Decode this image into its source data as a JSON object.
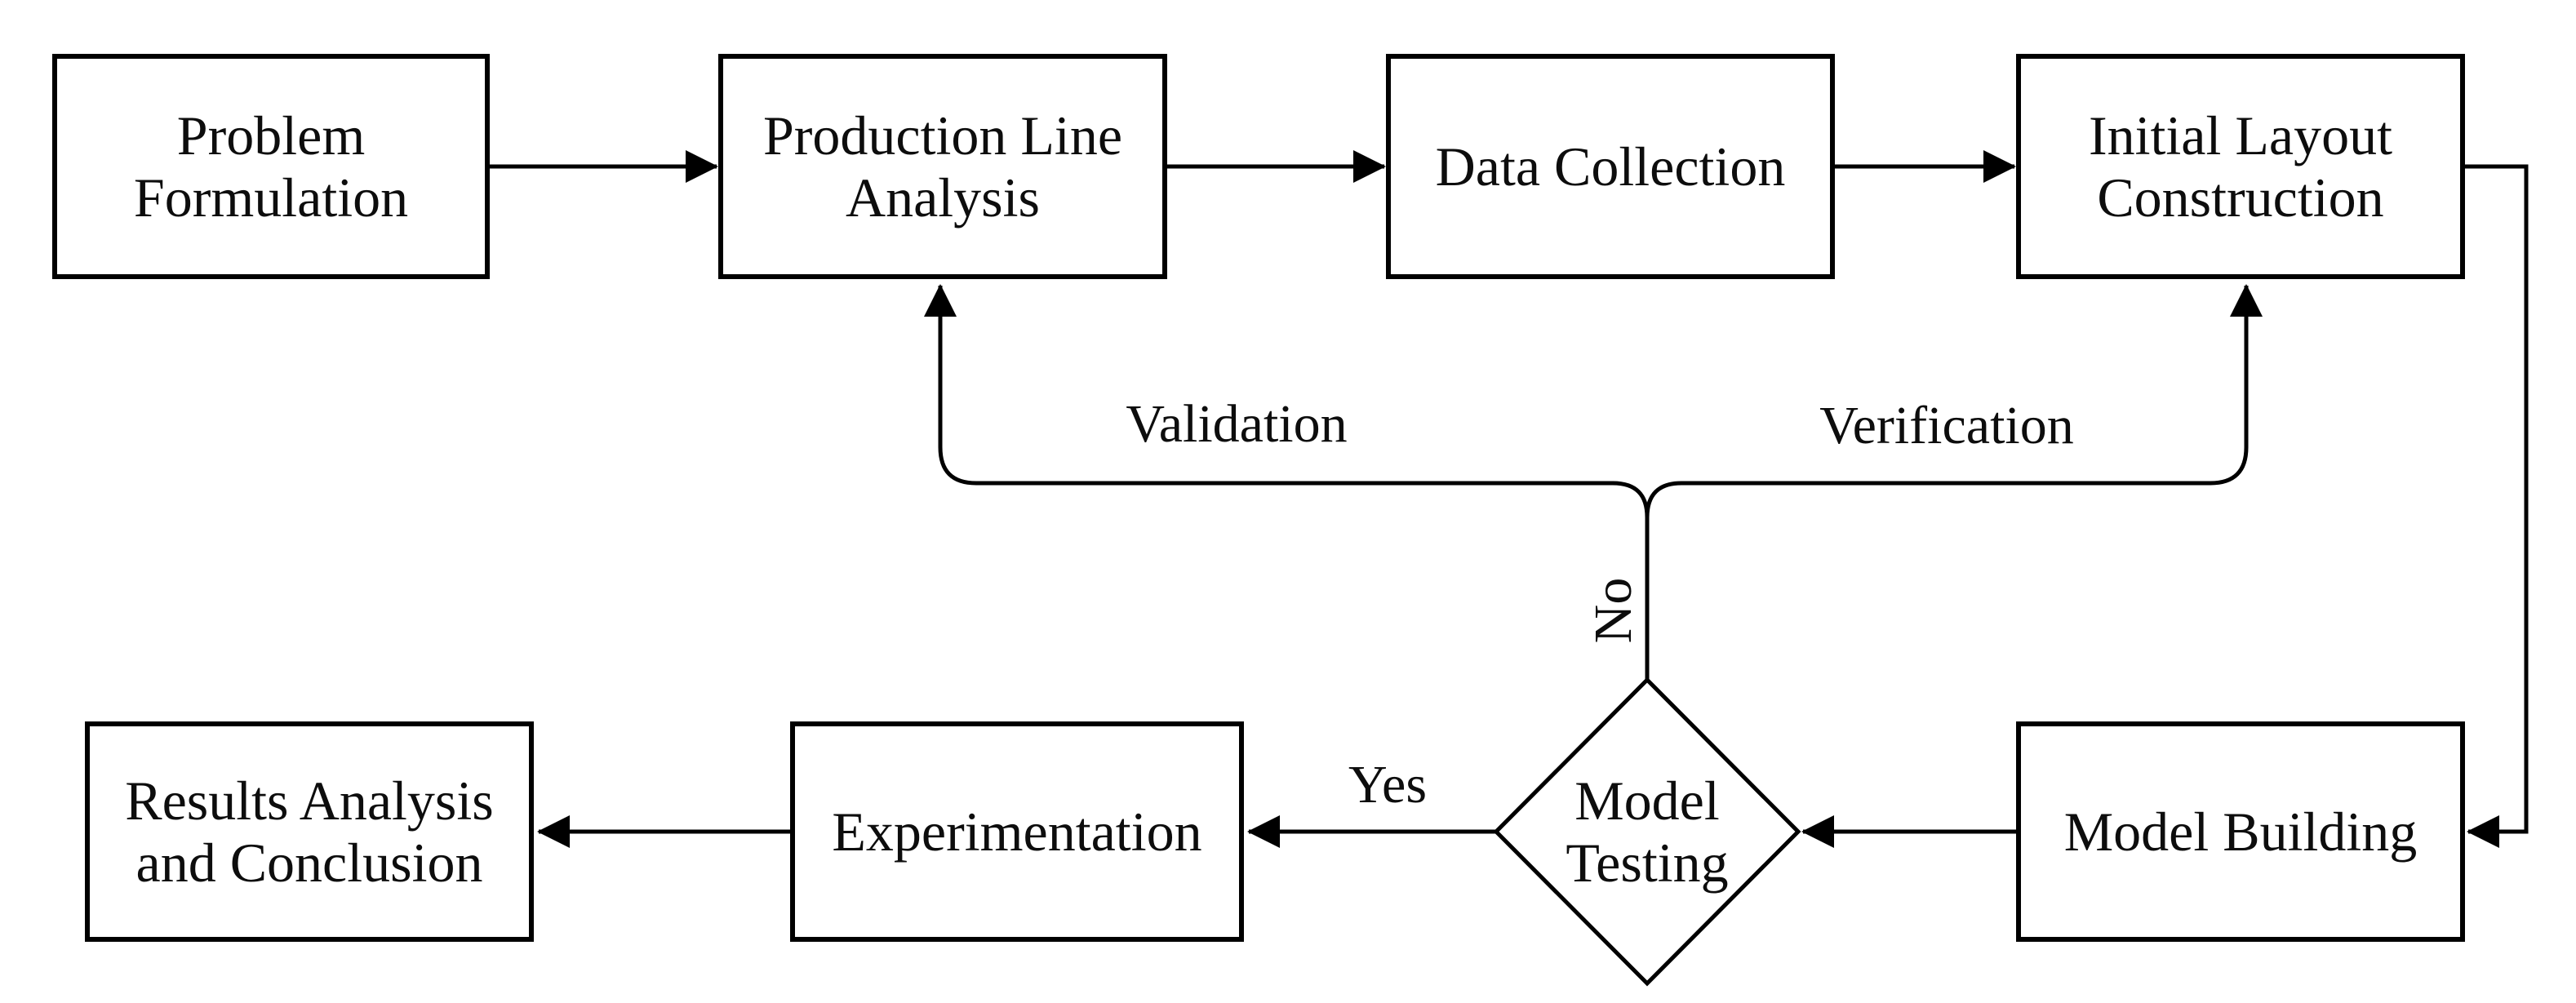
{
  "diagram": {
    "background": "#ffffff",
    "stroke_color": "#000000",
    "text_color": "#0d0d0d",
    "nodes": {
      "problem_formulation": {
        "label": "Problem\nFormulation",
        "shape": "rectangle"
      },
      "production_line_analysis": {
        "label": "Production Line\nAnalysis",
        "shape": "rectangle"
      },
      "data_collection": {
        "label": "Data Collection",
        "shape": "rectangle"
      },
      "initial_layout_construction": {
        "label": "Initial Layout\nConstruction",
        "shape": "rectangle"
      },
      "model_building": {
        "label": "Model Building",
        "shape": "rectangle"
      },
      "model_testing": {
        "label": "Model\nTesting",
        "shape": "diamond"
      },
      "experimentation": {
        "label": "Experimentation",
        "shape": "rectangle"
      },
      "results_analysis_and_conclusion": {
        "label": "Results Analysis\nand Conclusion",
        "shape": "rectangle"
      }
    },
    "edge_labels": {
      "validation": "Validation",
      "verification": "Verification",
      "no": "No",
      "yes": "Yes"
    },
    "edges": [
      {
        "from": "Problem Formulation",
        "to": "Production Line Analysis"
      },
      {
        "from": "Production Line Analysis",
        "to": "Data Collection"
      },
      {
        "from": "Data Collection",
        "to": "Initial Layout Construction"
      },
      {
        "from": "Initial Layout Construction",
        "to": "Model Building"
      },
      {
        "from": "Model Building",
        "to": "Model Testing"
      },
      {
        "from": "Model Testing",
        "to": "Experimentation",
        "label": "Yes"
      },
      {
        "from": "Experimentation",
        "to": "Results Analysis and Conclusion"
      },
      {
        "from": "Model Testing",
        "to": "Production Line Analysis",
        "labels": [
          "No",
          "Validation"
        ]
      },
      {
        "from": "Model Testing",
        "to": "Initial Layout Construction",
        "labels": [
          "No",
          "Verification"
        ]
      }
    ]
  }
}
